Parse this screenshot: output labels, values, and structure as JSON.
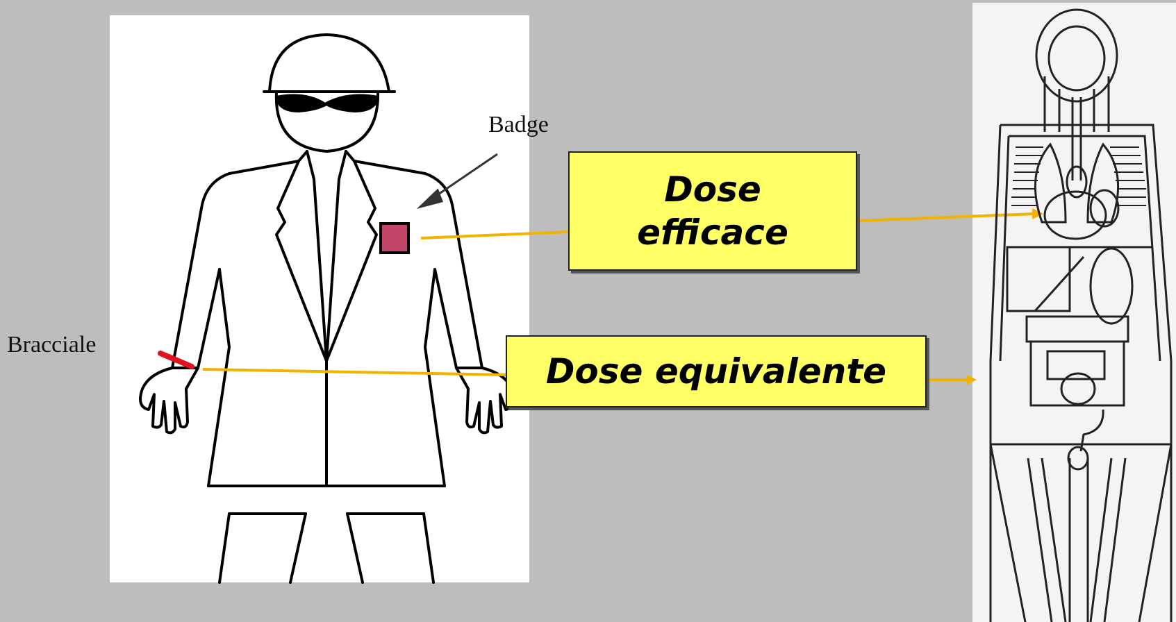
{
  "labels": {
    "badge": "Badge",
    "bracciale": "Bracciale"
  },
  "boxes": {
    "dose_efficace": "Dose efficace",
    "dose_equivalente": "Dose equivalente"
  },
  "colors": {
    "background": "#bdbdbd",
    "box_fill": "#ffff66",
    "connector": "#f2b200",
    "badge": "#c2466a",
    "bracelet": "#e0141e"
  },
  "icons": {
    "worker": "worker-figure-icon",
    "phantom": "anthropomorphic-phantom-icon"
  }
}
